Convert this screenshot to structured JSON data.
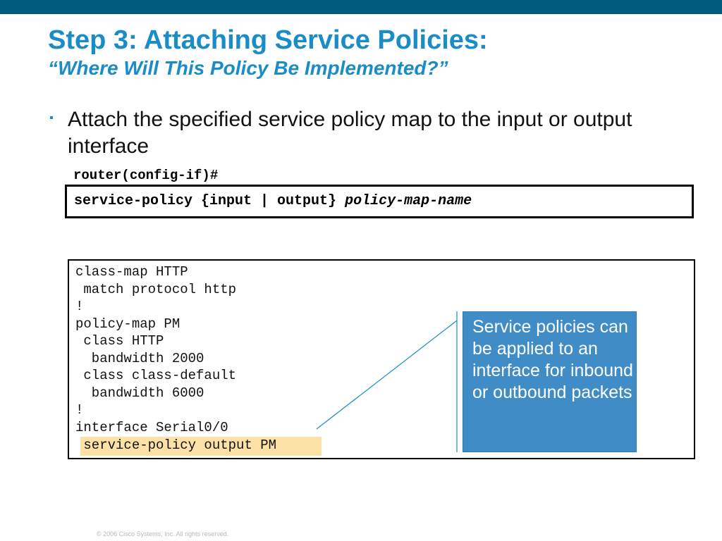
{
  "slide": {
    "title": "Step 3: Attaching Service Policies:",
    "subtitle": "“Where Will This Policy Be Implemented?”",
    "bullet_glyph": "▪",
    "bullet_text": "Attach the specified service policy map to the input or output interface",
    "prompt": "router(config-if)#",
    "command": {
      "keyword": "service-policy {input | output} ",
      "argument": "policy-map-name"
    },
    "code_lines": [
      "class-map HTTP",
      " match protocol http",
      "!",
      "policy-map PM",
      " class HTTP",
      "  bandwidth 2000",
      " class class-default",
      "  bandwidth 6000",
      "!",
      "interface Serial0/0",
      " service-policy output PM"
    ],
    "callout_text": "Service policies can be applied to an interface for inbound or outbound packets",
    "footer": "© 2006 Cisco Systems, Inc. All rights reserved."
  },
  "colors": {
    "top_bar": "#005a7e",
    "title": "#1a8cc7",
    "callout_bg": "#3f8cc7",
    "highlight": "#fde2a8"
  }
}
